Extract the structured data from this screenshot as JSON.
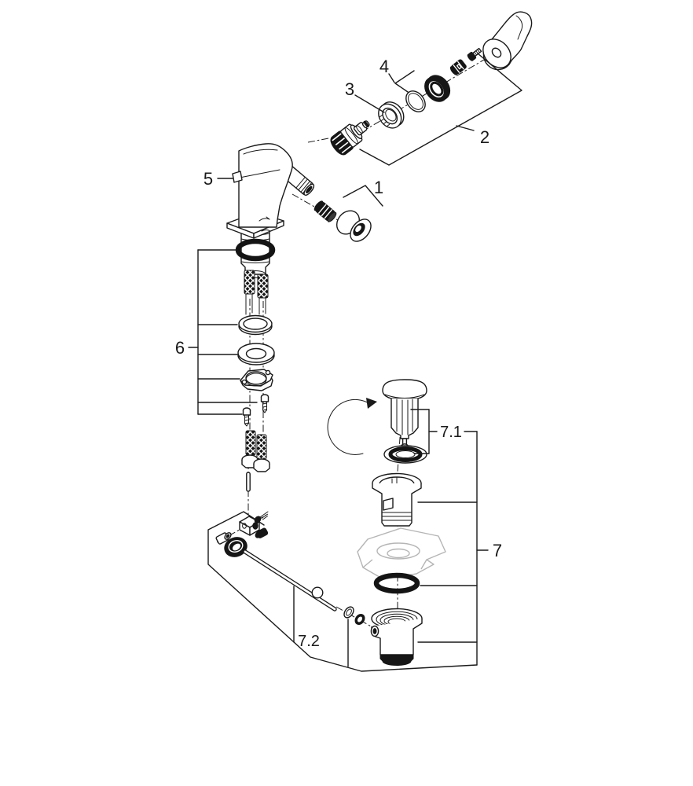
{
  "diagram": {
    "kind": "exploded-parts-diagram",
    "background": "#ffffff",
    "line_color": "#1a1a1a",
    "dark_part_color": "#161616",
    "phantom_part_color": "#b5b5b5",
    "callouts": [
      {
        "label": "1"
      },
      {
        "label": "2"
      },
      {
        "label": "3"
      },
      {
        "label": "4"
      },
      {
        "label": "5"
      },
      {
        "label": "6"
      },
      {
        "label": "7"
      },
      {
        "label": "7.1"
      },
      {
        "label": "7.2"
      }
    ]
  }
}
